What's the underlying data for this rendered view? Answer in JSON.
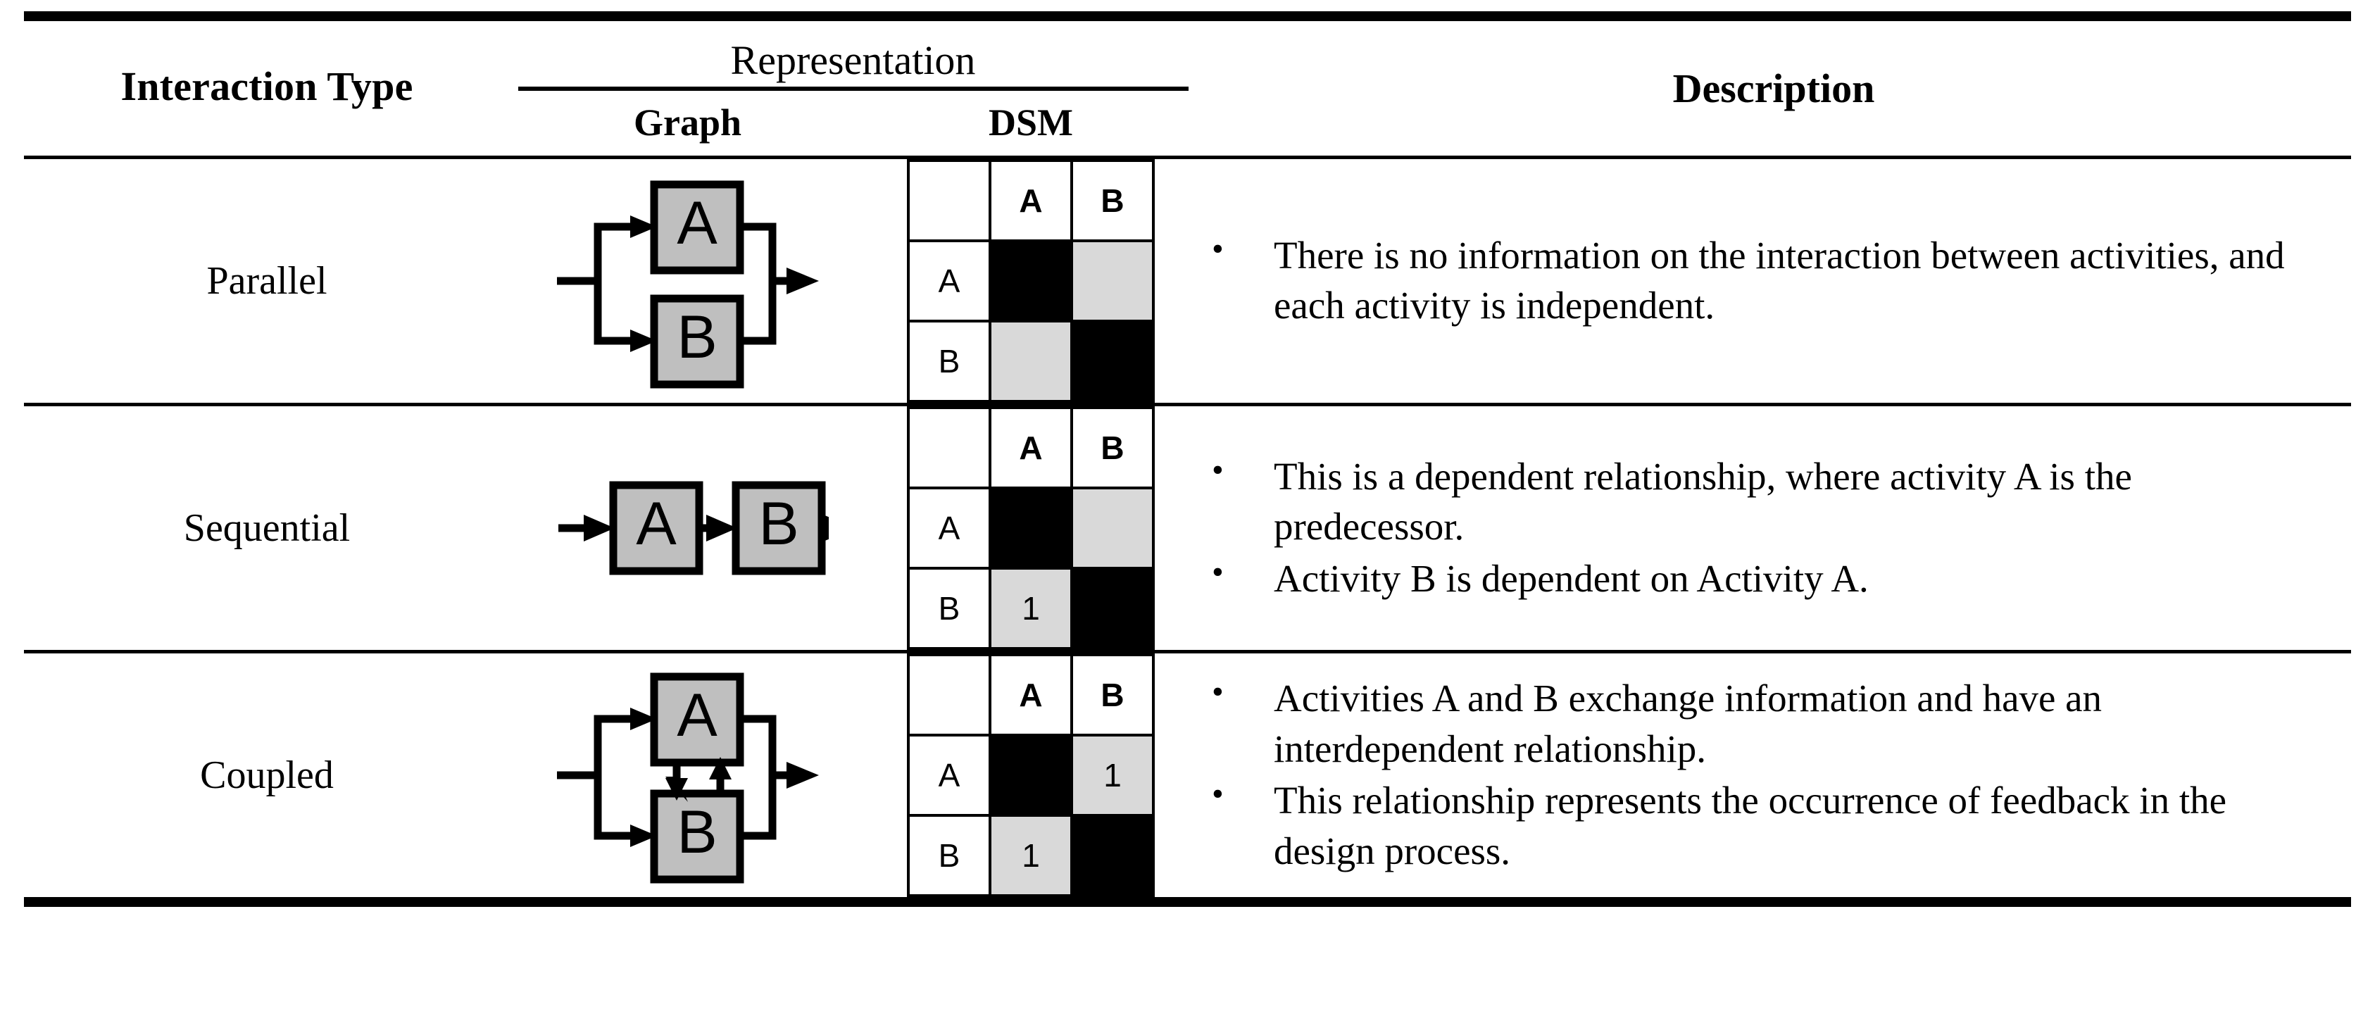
{
  "table": {
    "headers": {
      "interaction_type": "Interaction Type",
      "representation": "Representation",
      "graph": "Graph",
      "dsm": "DSM",
      "description": "Description"
    },
    "rows": [
      {
        "type": "Parallel",
        "graph": {
          "kind": "parallel",
          "nodes": [
            "A",
            "B"
          ],
          "node_fill": "#bfbfbf",
          "stroke": "#000000"
        },
        "dsm": {
          "col_headers": [
            "",
            "A",
            "B"
          ],
          "row_labels": [
            "A",
            "B"
          ],
          "cells": [
            [
              "",
              ""
            ],
            [
              "",
              ""
            ]
          ],
          "diagonal_color": "#000000",
          "offdiag_color": "#d9d9d9"
        },
        "description": [
          "There is no information on the interaction between activities, and each activity is independent."
        ]
      },
      {
        "type": "Sequential",
        "graph": {
          "kind": "sequential",
          "nodes": [
            "A",
            "B"
          ],
          "node_fill": "#bfbfbf",
          "stroke": "#000000"
        },
        "dsm": {
          "col_headers": [
            "",
            "A",
            "B"
          ],
          "row_labels": [
            "A",
            "B"
          ],
          "cells": [
            [
              "",
              ""
            ],
            [
              "1",
              ""
            ]
          ],
          "diagonal_color": "#000000",
          "offdiag_color": "#d9d9d9"
        },
        "description": [
          "This is a dependent relationship, where activity A is the predecessor.",
          "Activity B is dependent on Activity A."
        ]
      },
      {
        "type": "Coupled",
        "graph": {
          "kind": "coupled",
          "nodes": [
            "A",
            "B"
          ],
          "node_fill": "#bfbfbf",
          "stroke": "#000000"
        },
        "dsm": {
          "col_headers": [
            "",
            "A",
            "B"
          ],
          "row_labels": [
            "A",
            "B"
          ],
          "cells": [
            [
              "",
              "1"
            ],
            [
              "1",
              ""
            ]
          ],
          "diagonal_color": "#000000",
          "offdiag_color": "#d9d9d9"
        },
        "description": [
          "Activities A and B exchange information and have an interdependent relationship.",
          "This relationship represents the occurrence of feedback in the design process."
        ]
      }
    ],
    "bullet_glyph": "•"
  }
}
